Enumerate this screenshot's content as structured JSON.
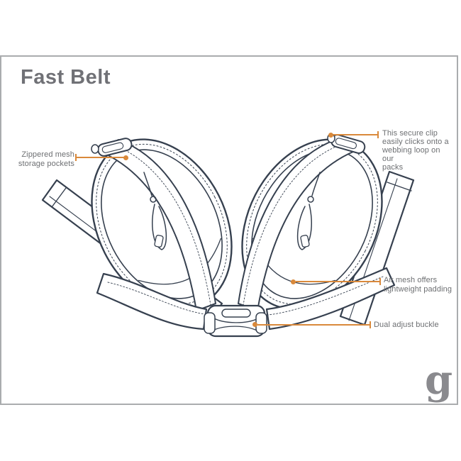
{
  "header": {
    "title": "Fast Belt"
  },
  "callouts": [
    {
      "id": "zippered-mesh",
      "text": "Zippered mesh\nstorage pockets"
    },
    {
      "id": "secure-clip",
      "text": "This secure clip\neasily clicks onto a\nwebbing loop on our\npacks"
    },
    {
      "id": "air-mesh",
      "text": "Air mesh offers\nlightweight padding"
    },
    {
      "id": "dual-buckle",
      "text": "Dual adjust buckle"
    }
  ],
  "logo": {
    "glyph": "g"
  },
  "colors": {
    "accent": "#d9893b",
    "label_text": "#6d6f72",
    "title_text": "#707176",
    "line_art": "#36404f",
    "frame_border": "#aaacae",
    "logo_gray": "#8a8a8e",
    "background": "#ffffff"
  }
}
